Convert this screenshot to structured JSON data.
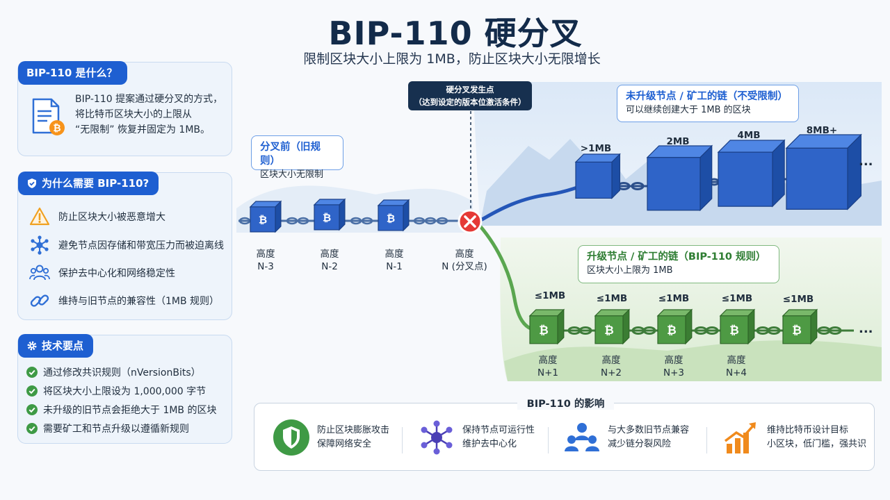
{
  "header": {
    "title": "BIP-110 硬分叉",
    "subtitle": "限制区块大小上限为 1MB，防止区块大小无限增长"
  },
  "what": {
    "heading": "BIP-110 是什么？",
    "body": [
      "BIP-110 提案通过硬分叉的方式，",
      "将比特币区块大小的上限从",
      "“无限制” 恢复并固定为 1MB。"
    ]
  },
  "why": {
    "heading": "为什么需要 BIP-110?",
    "items": [
      {
        "icon": "warning-icon",
        "text": "防止区块大小被恶意增大"
      },
      {
        "icon": "network-icon",
        "text": "避免节点因存储和带宽压力而被迫离线"
      },
      {
        "icon": "users-icon",
        "text": "保护去中心化和网络稳定性"
      },
      {
        "icon": "link-icon",
        "text": "维持与旧节点的兼容性（1MB 规则）"
      }
    ]
  },
  "tech": {
    "heading": "技术要点",
    "items": [
      "通过修改共识规则（nVersionBits）",
      "将区块大小上限设为 1,000,000 字节",
      "未升级的旧节点会拒绝大于 1MB 的区块",
      "需要矿工和节点升级以遵循新规则"
    ]
  },
  "diagram": {
    "pre_fork": {
      "title": "分叉前（旧规则）",
      "desc": "区块大小无限制"
    },
    "fork_point": {
      "line1": "硬分叉发生点",
      "line2": "（达到设定的版本位激活条件）"
    },
    "old_chain": {
      "title": "未升级节点 / 矿工的链（不受限制）",
      "desc": "可以继续创建大于 1MB 的区块"
    },
    "new_chain": {
      "title": "升级节点 / 矿工的链（BIP-110 规则）",
      "desc": "区块大小上限为 1MB"
    },
    "height_word": "高度",
    "common_blocks": [
      "N-3",
      "N-2",
      "N-1"
    ],
    "fork_block": "N (分叉点)",
    "old_sizes": [
      ">1MB",
      "2MB",
      "4MB",
      "8MB+"
    ],
    "new_sizes": [
      "≤1MB",
      "≤1MB",
      "≤1MB",
      "≤1MB",
      "≤1MB"
    ],
    "new_heights": [
      "N+1",
      "N+2",
      "N+3",
      "N+4"
    ],
    "ellipsis": "...",
    "colors": {
      "blue": "#1e5fd1",
      "green": "#3e8e41",
      "fork_red": "#e53935"
    }
  },
  "impact": {
    "heading": "BIP-110 的影响",
    "items": [
      {
        "icon": "shield-icon",
        "line1": "防止区块膨胀攻击",
        "line2": "保障网络安全"
      },
      {
        "icon": "hub-icon",
        "line1": "保持节点可运行性",
        "line2": "维护去中心化"
      },
      {
        "icon": "group-icon",
        "line1": "与大多数旧节点兼容",
        "line2": "减少链分裂风险"
      },
      {
        "icon": "growth-chart-icon",
        "line1": "维持比特币设计目标",
        "line2": "小区块，低门槛，强共识"
      }
    ]
  }
}
